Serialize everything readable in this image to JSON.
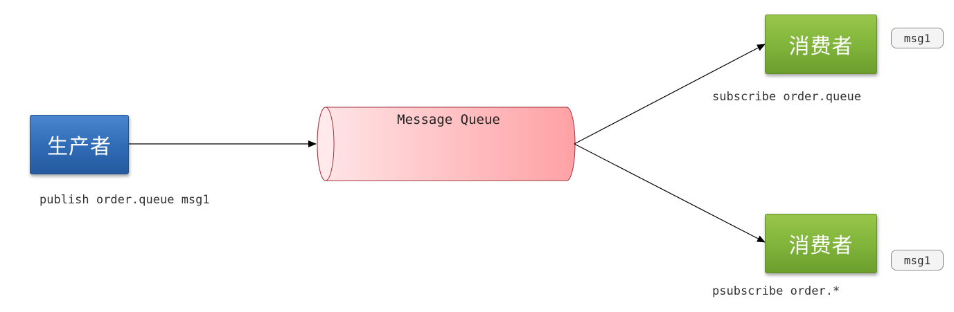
{
  "producer": {
    "label": "生产者",
    "command": "publish order.queue msg1"
  },
  "queue": {
    "label": "Message Queue"
  },
  "consumers": [
    {
      "label": "消费者",
      "command": "subscribe order.queue",
      "message": "msg1"
    },
    {
      "label": "消费者",
      "command": "psubscribe order.*",
      "message": "msg1"
    }
  ],
  "colors": {
    "producer": "#2f6bb5",
    "consumer": "#7fb33a",
    "queue_light": "#ffe6e8",
    "queue_dark": "#ffa1a4",
    "queue_border": "#a6303a",
    "arrow": "#000000"
  }
}
